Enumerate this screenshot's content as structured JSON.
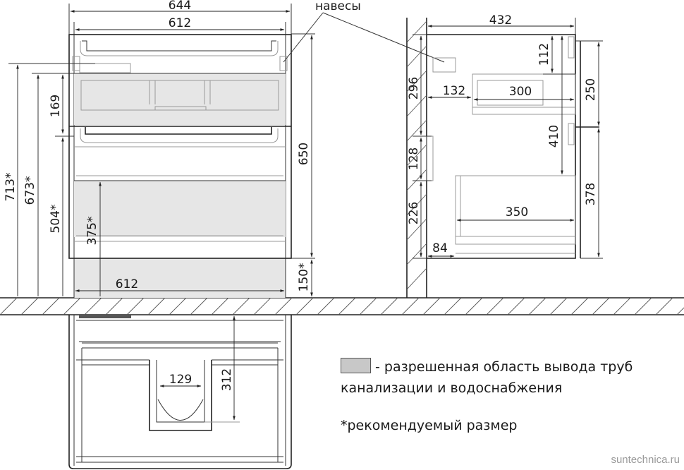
{
  "drawing": {
    "front_view": {
      "width_outer": "644",
      "width_inner_top": "612",
      "width_inner_bottom": "612",
      "height_total": "650",
      "drawer_top_height": "169",
      "dim_713": "713*",
      "dim_673": "673*",
      "dim_504": "504*",
      "dim_375": "375*",
      "dim_150": "150*"
    },
    "hinges_label": "навесы",
    "side_view": {
      "depth": "432",
      "dim_296": "296",
      "dim_132": "132",
      "dim_300": "300",
      "dim_112": "112",
      "dim_250": "250",
      "dim_410": "410",
      "dim_128": "128",
      "dim_226": "226",
      "dim_350": "350",
      "dim_378": "378",
      "dim_84": "84"
    },
    "top_view": {
      "cutout_width": "129",
      "cutout_depth": "312"
    }
  },
  "legend": {
    "swatch_color": "#c8c8c8",
    "area_text": "- разрешенная область вывода труб",
    "area_text_line2": "канализации и водоснабжения",
    "note": "*рекомендуемый размер"
  },
  "watermark": "suntechnica.ru"
}
